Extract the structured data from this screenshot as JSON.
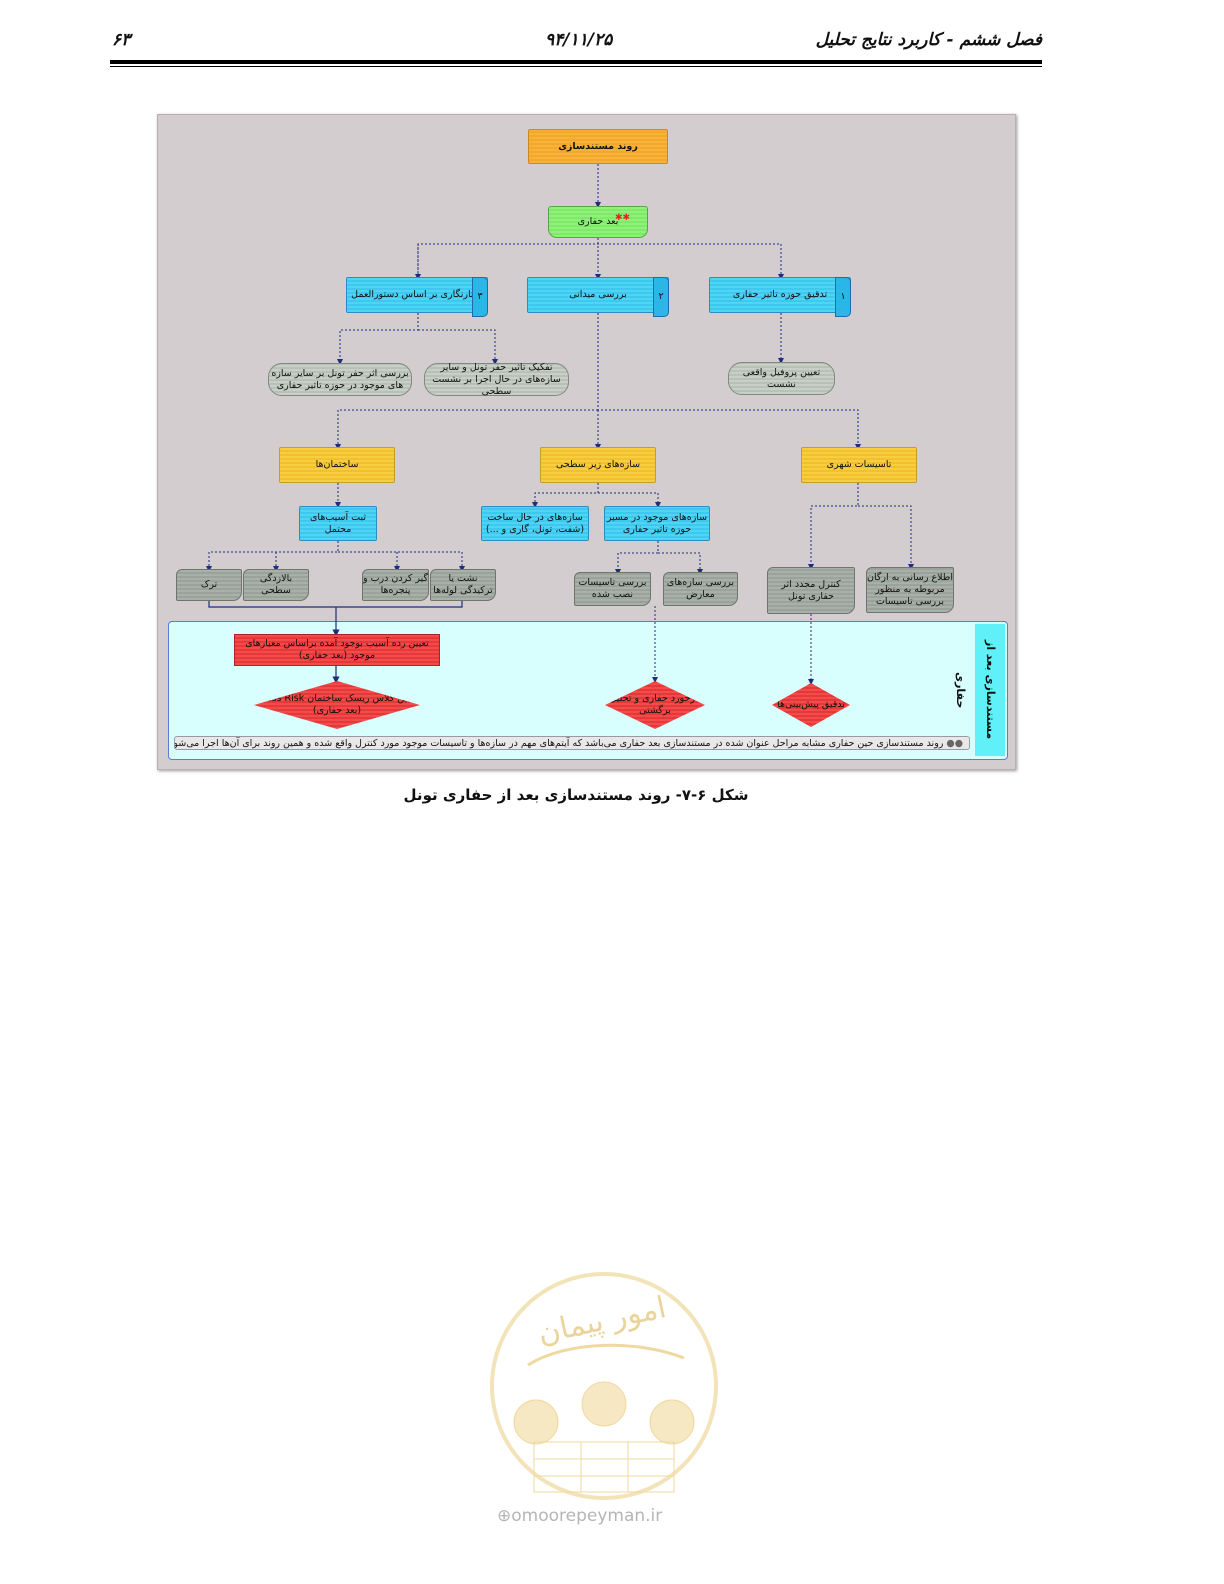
{
  "header": {
    "chapter_title": "فصل ششم - کاربرد نتایج تحلیل",
    "date": "۹۴/۱۱/۲۵",
    "page_number": "۶۳"
  },
  "diagram": {
    "root": "روند مستندسازی",
    "after_excavation": "بعد حفاری",
    "branch1": {
      "num": "۱",
      "label": "تدقیق حوزه تاثیر حفاری"
    },
    "branch2": {
      "num": "۲",
      "label": "بررسی میدانی"
    },
    "branch3": {
      "num": "۳",
      "label": "رفتارنگاری بر اساس دستورالعمل"
    },
    "settlement_profile": "تعیین پروفیل واقعی نشست",
    "separate_effect": "تفکیک تاثیر حفر تونل و سایر سازه‌های در حال اجرا بر نشست سطحی",
    "other_structures_effect": "بررسی اثر حفر تونل بر سایر سازه های موجود در حوزه تاثیر حفاری",
    "urban_facilities": "تاسیسات شهری",
    "underground_structures": "سازه‌های زیر سطحی",
    "buildings": "ساختمان‌ها",
    "under_construction": "سازه‌های در حال ساخت (شفت، تونل، گاری و ...)",
    "existing_on_route": "سازه‌های موجود در مسیر حوزه تاثیر حفاری",
    "record_damage": "ثبت آسیب‌های محتمل",
    "notify_org": "اطلاع رسانی به ارگان مربوطه به منظور بررسی تاسیسات",
    "recheck_tunnel": "کنترل مجدد اثر حفاری تونل",
    "check_conflicting": "بررسی سازه‌های معارض",
    "check_installed": "بررسی تاسیسات نصب شده",
    "settlement_pipes": "نشت یا ترکیدگی لوله‌ها",
    "door_jam": "گیر کردن درب و پنجره‌ها",
    "surface_heave": "بالازدگی سطحی",
    "crack": "ترک",
    "damage_category": "تعیین رده آسیب بوجود آمده براساس معیارهای موجود (بعد حفاری)",
    "risk_class": "تعیین کلاس ریسک ساختمان Class Risk (بعد حفاری)",
    "feedback": "بازخورد حفاری و تحلیل برگشتی",
    "verify_predictions": "تدقیق پیش‌بینی‌ها",
    "side_label": "مستندسازی بعد از حفاری",
    "note": "روند مستندسازی حین حفاری مشابه مراحل عنوان شده در مستندسازی بعد حفاری می‌باشد که آیتم‌های مهم در سازه‌ها و تاسیسات موجود مورد کنترل واقع شده و همین روند برای آن‌ها اجرا می‌شود."
  },
  "caption": "شکل ۶-۷- روند مستندسازی بعد از حفاری تونل",
  "watermark": {
    "logo_text": "امور پیمان",
    "site": "omoorepeyman.ir"
  },
  "colors": {
    "orange": "#f4a82a",
    "yellow": "#f2c02e",
    "green": "#7fea6a",
    "blue": "#3ec8ee",
    "gray": "#b9c0b8",
    "red": "#e63838",
    "panel": "#d9fefe",
    "connector": "#1f2d7a"
  }
}
